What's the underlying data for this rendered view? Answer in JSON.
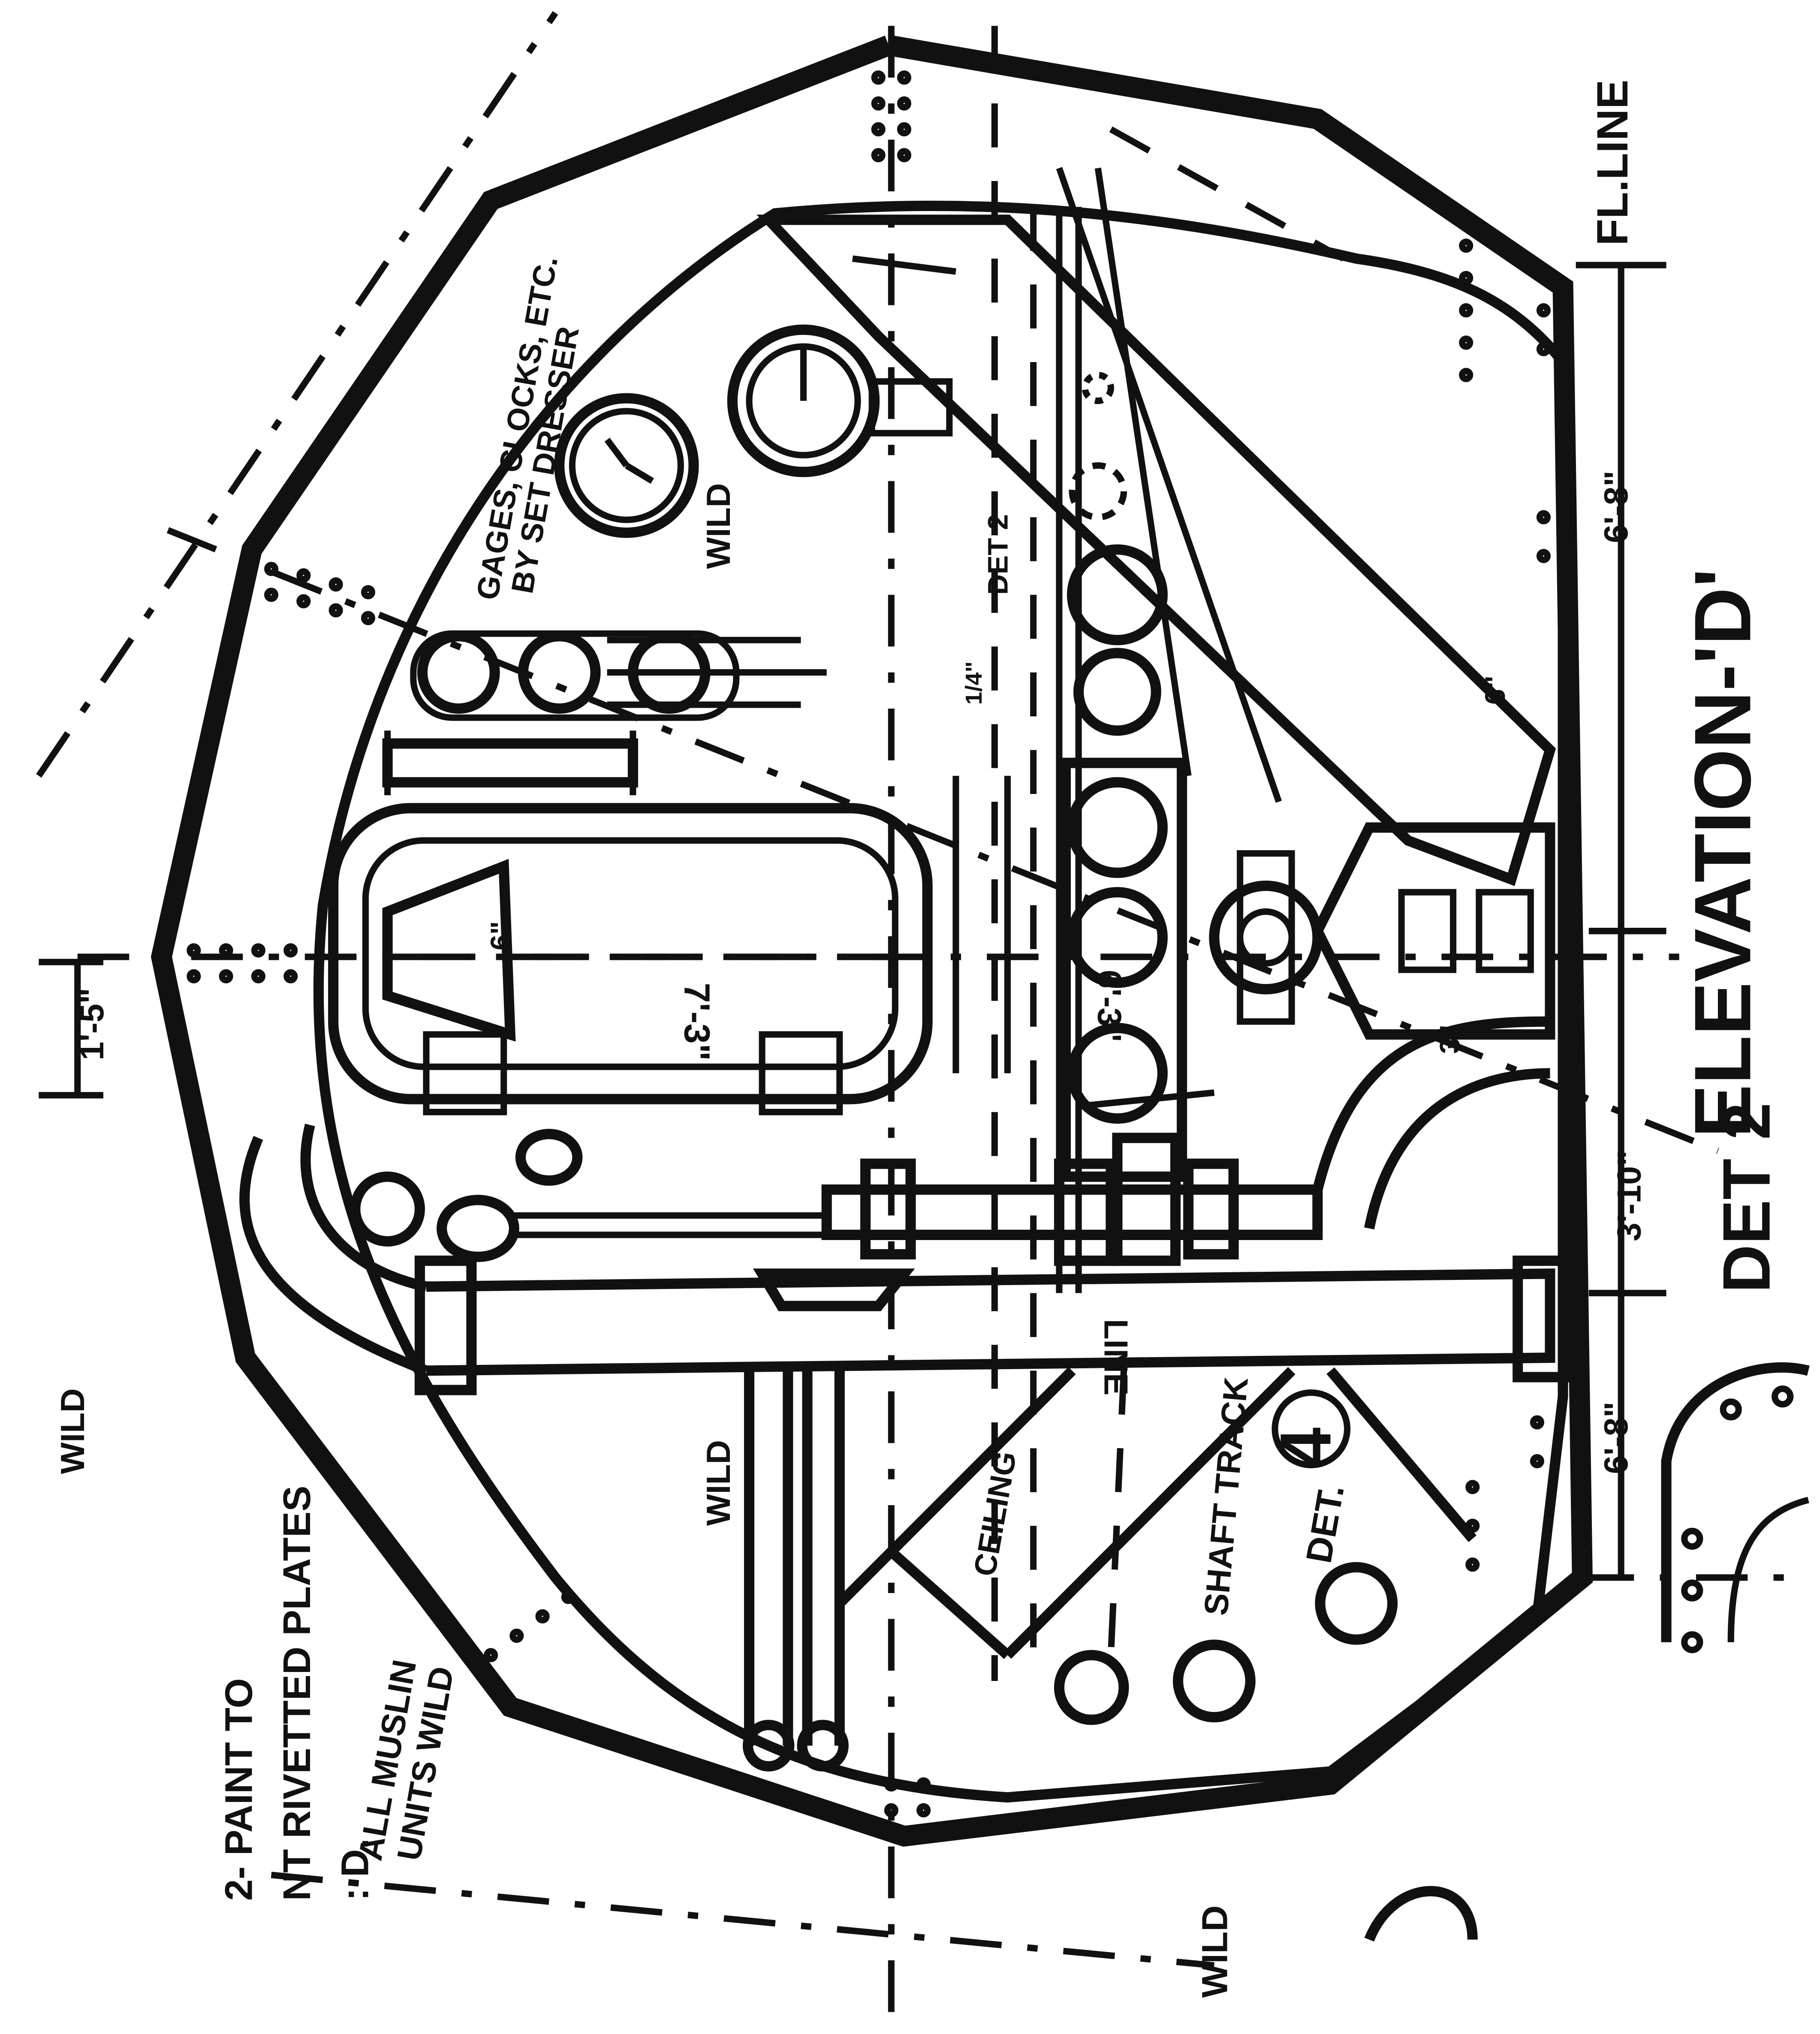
{
  "drawing": {
    "title": "ELEVATION-'D'",
    "detail_ref": "DET 2",
    "fl_line": "FL.LINE",
    "notes": {
      "gages": "GAGES, CLOCKS, ETC.",
      "set_dresser": "BY SET DRESSER",
      "wild_clock": "WILD",
      "wild_left": "WILD",
      "wild_center": "WILD",
      "ceiling": "CEILING",
      "shaft_track": "SHAFT TRACK",
      "det4_label": "DET.",
      "det4_number": "4",
      "det2_small": "DET 2",
      "paint_note_1": "2- PAINT TO",
      "paint_note_2": "NT RIVETTED PLATES",
      "paint_note_3": ": D.",
      "muslin_1": "ALL MUSLIN",
      "muslin_2": "UNITS WILD",
      "bottom_wild": "WILD",
      "line_label": "LINE"
    },
    "dimensions": {
      "top_left": "1'-5\"",
      "hatch_width": "7'-3\"",
      "hatch_small": "6\"",
      "right_upper": "6'-8\"",
      "right_mid": "3'-10\"",
      "right_lower": "6'-8\"",
      "plate_height": "6'-3\"",
      "quarter": "1/4\"",
      "six_inch": "6\"",
      "three_inch": "3\""
    }
  }
}
